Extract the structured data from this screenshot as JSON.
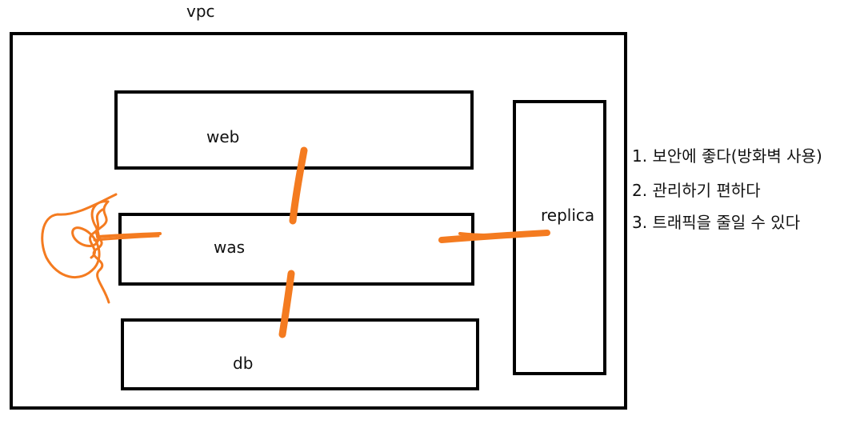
{
  "diagram": {
    "container": {
      "label": "vpc"
    },
    "tiers": [
      {
        "label": "web"
      },
      {
        "label": "was"
      },
      {
        "label": "db"
      }
    ],
    "side_node": {
      "label": "replica"
    },
    "notes": [
      "1. 보안에 좋다(방화벽 사용)",
      "2. 관리하기 편하다",
      "3. 트래픽을 줄일 수 있다"
    ],
    "annotation_color": "#F47B20"
  }
}
